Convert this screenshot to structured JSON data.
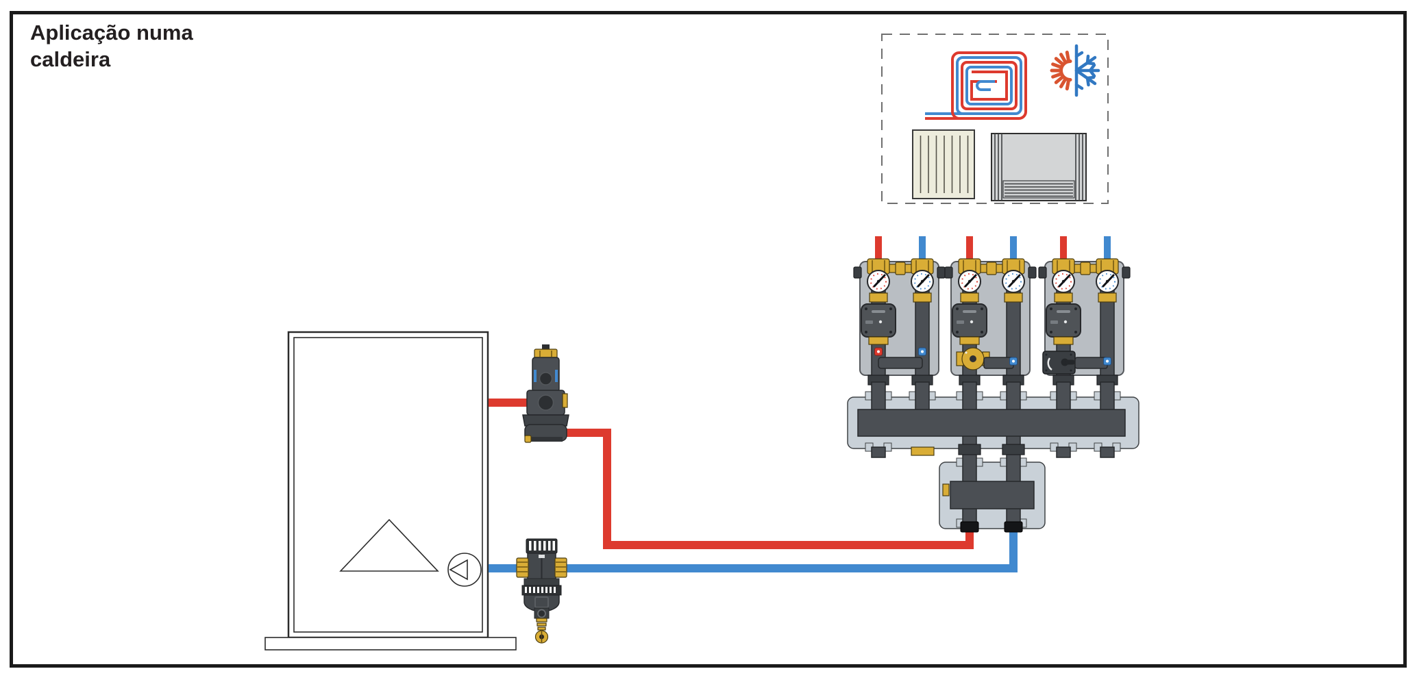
{
  "title": {
    "line1": "Aplicação numa",
    "line2": "caldeira"
  },
  "colors": {
    "supply-red": "#dd3a2e",
    "return-blue": "#4189cf",
    "brass": "#d9ad36",
    "brass-dark": "#7a5f16",
    "metal-dark": "#4b4f54",
    "metal-edge": "#26282b",
    "plate-gray": "#b9bec3",
    "insulation-gray": "#c9d1d8",
    "pump-gray": "#4f5357",
    "frame-black": "#1a1a1a",
    "ink": "#231f20",
    "sun-orange": "#d95430",
    "snowflake-blue": "#3178c2",
    "radiator-cream": "#edecdc",
    "fancoil-gray": "#d3d5d6",
    "dashed-border": "#6f6f6f"
  },
  "loads_box": {
    "icons": [
      {
        "name": "floor-heating-coil"
      },
      {
        "name": "heating-cooling-sun-snowflake"
      },
      {
        "name": "radiator"
      },
      {
        "name": "fan-coil-unit"
      }
    ]
  },
  "equipment": {
    "pump_stations": 3
  }
}
